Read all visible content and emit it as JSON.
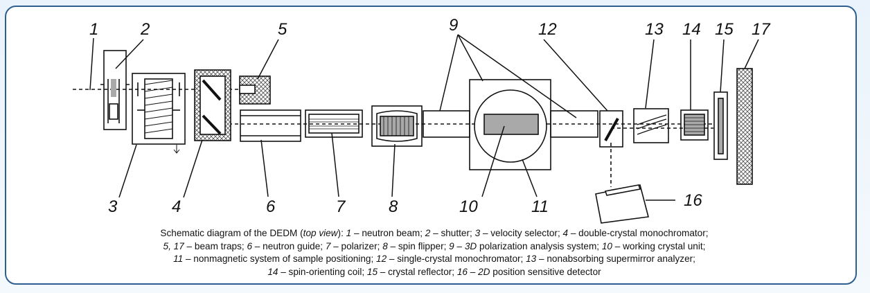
{
  "labels": {
    "n1": "1",
    "n2": "2",
    "n3": "3",
    "n4": "4",
    "n5": "5",
    "n6": "6",
    "n7": "7",
    "n8": "8",
    "n9": "9",
    "n10": "10",
    "n11": "11",
    "n12": "12",
    "n13": "13",
    "n14": "14",
    "n15": "15",
    "n16": "16",
    "n17": "17"
  },
  "caption": {
    "lead": "Schematic diagram of the DEDM (",
    "lead_em": "top view",
    "lead_close": "): ",
    "items": [
      {
        "num": "1",
        "text": " – neutron beam; "
      },
      {
        "num": "2",
        "text": " – shutter; "
      },
      {
        "num": "3",
        "text": " – velocity selector; "
      },
      {
        "num": "4",
        "text": " – double-crystal monochromator;"
      },
      {
        "num": "5, 17",
        "text": " – beam traps; "
      },
      {
        "num": "6",
        "text": " – neutron guide; "
      },
      {
        "num": "7",
        "text": " – polarizer; "
      },
      {
        "num": "8",
        "text": " – spin flipper; "
      },
      {
        "num": "9",
        "text": " – "
      },
      {
        "num": "3D",
        "text": " polarization analysis system; "
      },
      {
        "num": "10",
        "text": " – working crystal unit;"
      },
      {
        "num": "11",
        "text": " – nonmagnetic system of sample positioning; "
      },
      {
        "num": "12",
        "text": " – single-crystal monochromator; "
      },
      {
        "num": "13",
        "text": " – nonabsorbing supermirror analyzer;"
      },
      {
        "num": "14",
        "text": " – spin-orienting coil; "
      },
      {
        "num": "15",
        "text": " – crystal reflector; "
      },
      {
        "num": "16",
        "text": " – "
      },
      {
        "num": "2D",
        "text": " position sensitive detector"
      }
    ]
  },
  "colors": {
    "frame": "#2c5e8f",
    "gray": "#a9a9a9",
    "hatch": "#555555"
  }
}
